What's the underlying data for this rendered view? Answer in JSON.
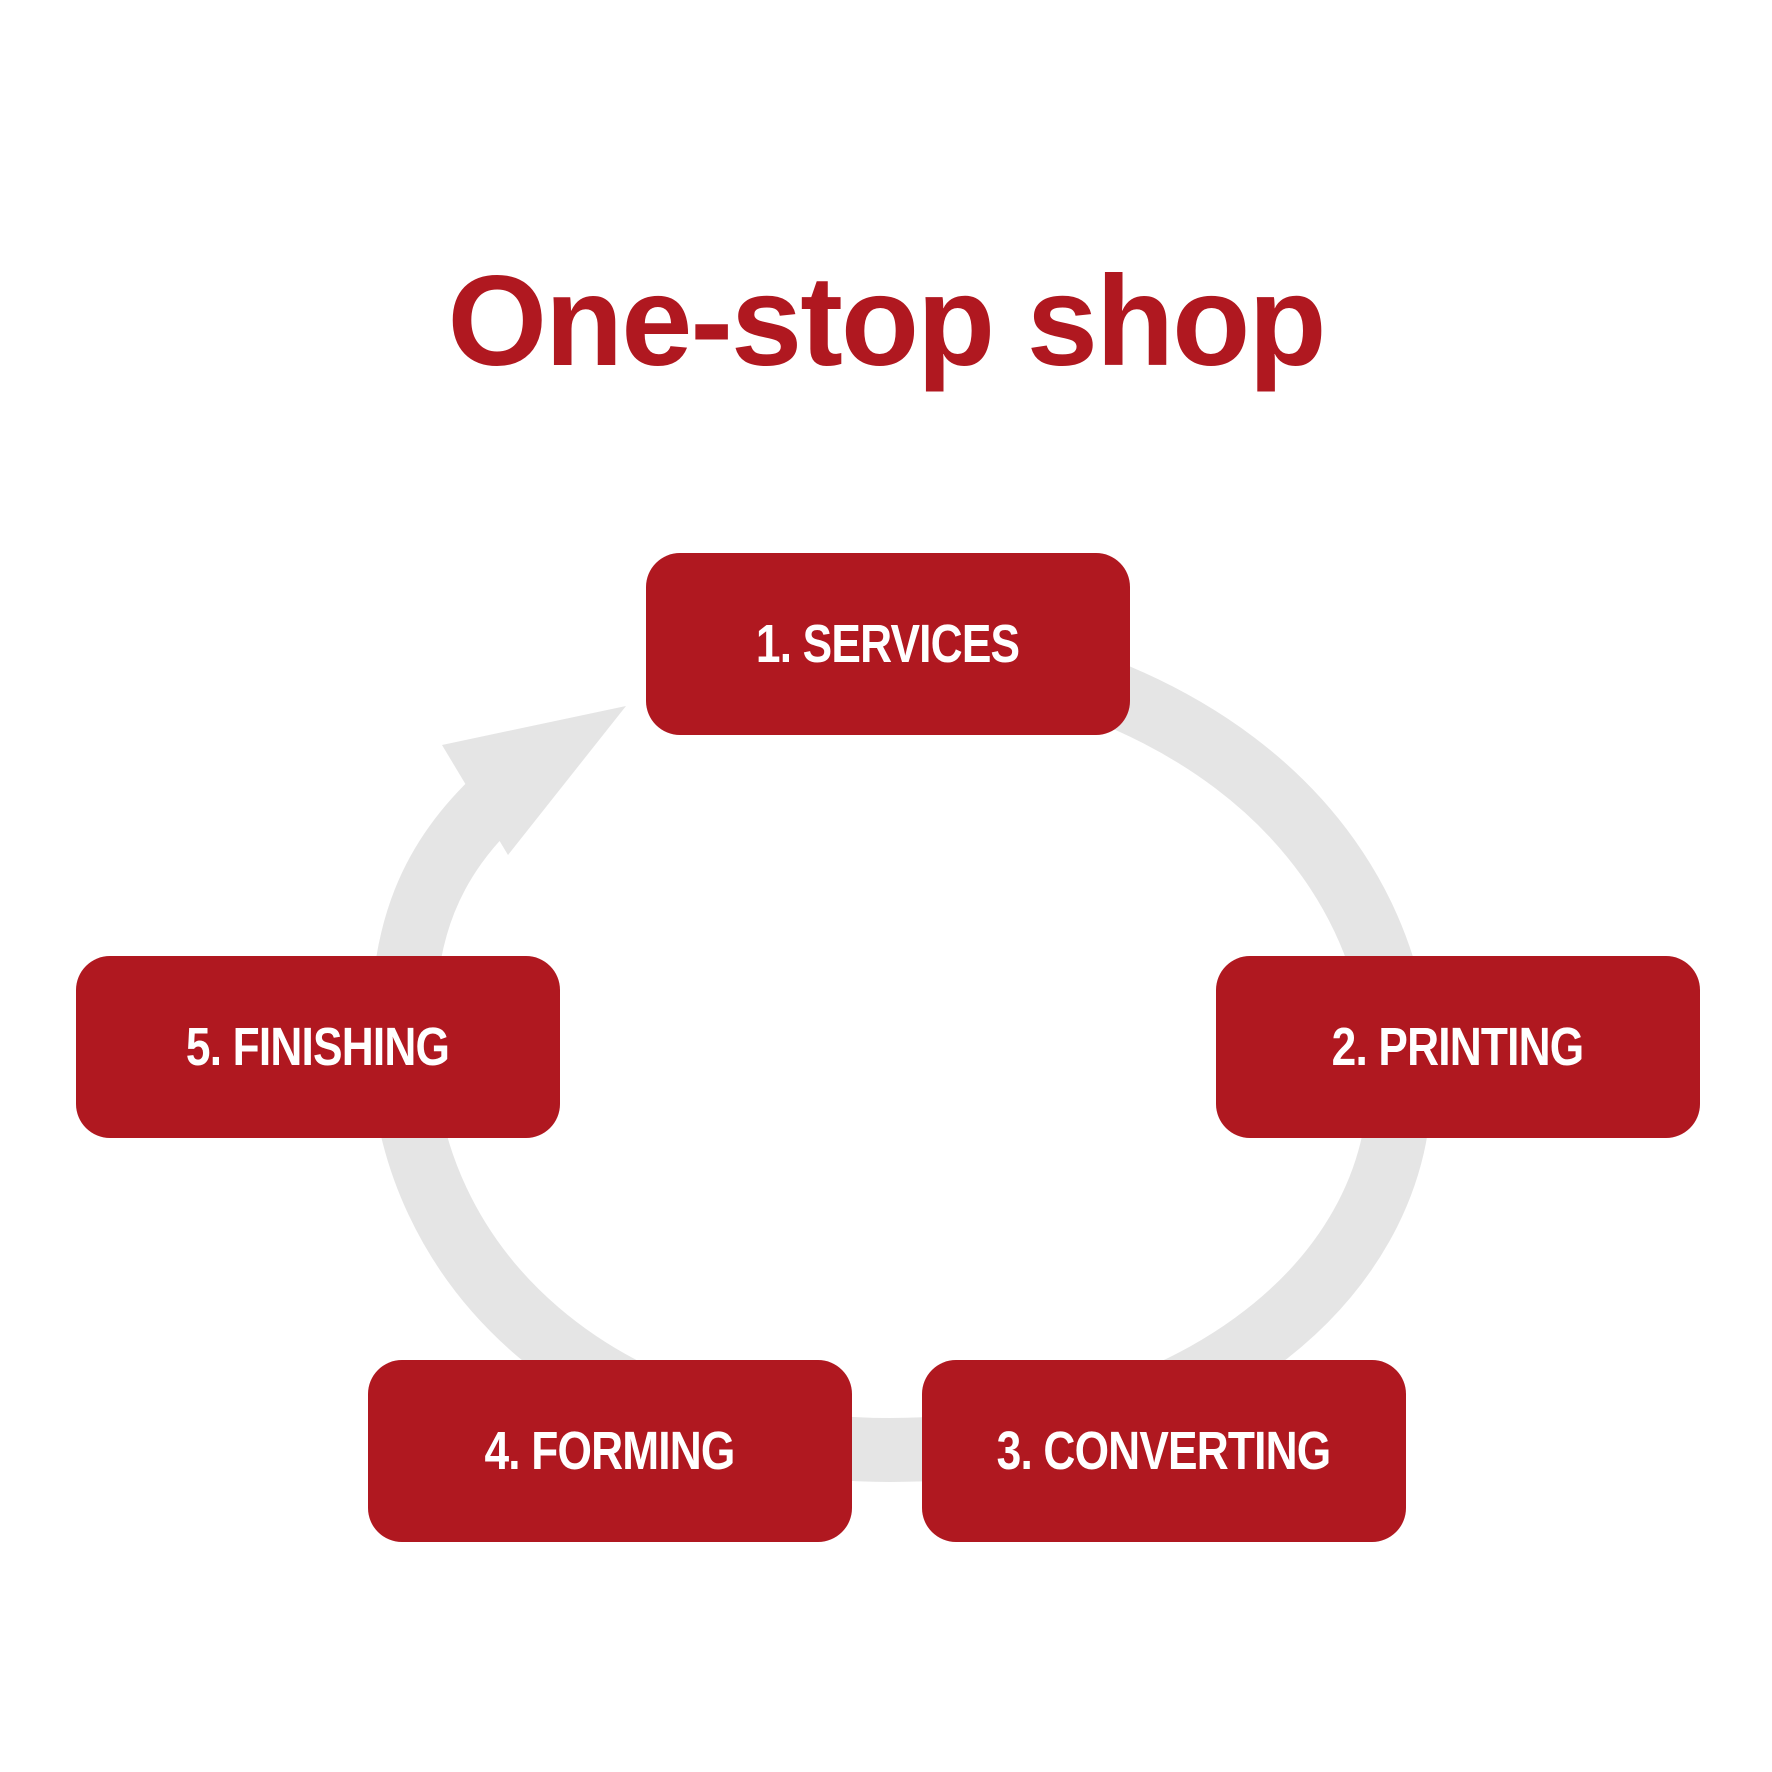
{
  "title": "One-stop shop",
  "colors": {
    "accent": "#b01820",
    "arrow": "#e5e5e5",
    "box_text": "#ffffff"
  },
  "steps": [
    {
      "label": "1. SERVICES"
    },
    {
      "label": "2. PRINTING"
    },
    {
      "label": "3. CONVERTING"
    },
    {
      "label": "4. FORMING"
    },
    {
      "label": "5. FINISHING"
    }
  ]
}
